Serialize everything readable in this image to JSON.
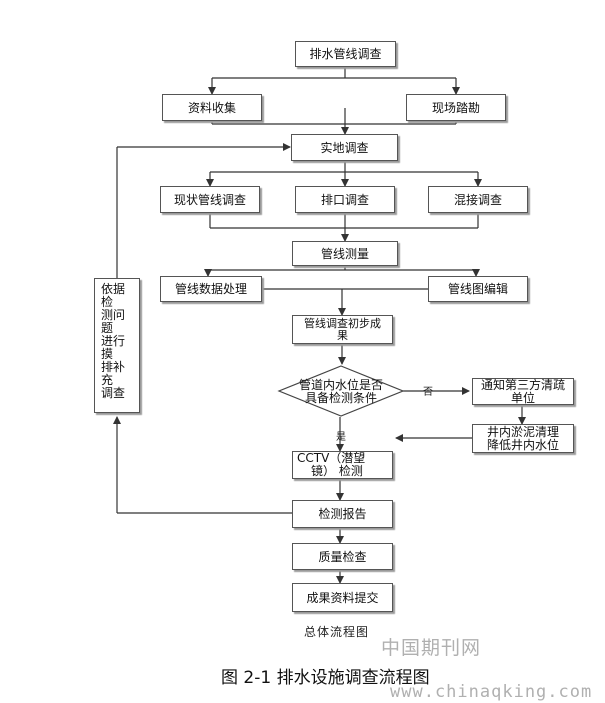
{
  "flowchart": {
    "top": "排水管线调查",
    "collect": "资料收集",
    "survey_site": "现场踏勘",
    "field": "实地调查",
    "status": "现状管线调查",
    "outlet": "排口调查",
    "mixed": "混接调查",
    "measure": "管线测量",
    "data_proc": "管线数据处理",
    "map_edit": "管线图编辑",
    "prelim_1": "管线调查初步成",
    "prelim_2": "果",
    "decision_1": "管道内水位是否",
    "decision_2": "具备检测条件",
    "no_label": "否",
    "yes_label": "是",
    "notify_1": "通知第三方清疏",
    "notify_2": "单位",
    "desilt_1": "井内淤泥清理",
    "desilt_2": "降低井内水位",
    "cctv_1": "CCTV（潜望",
    "cctv_2": "镜）  检测",
    "report": "检测报告",
    "quality": "质量检查",
    "submit": "成果资料提交",
    "side_1": "依据检",
    "side_2": "测问题",
    "side_3": "进行摸",
    "side_4": "排补充",
    "side_5": "调查"
  },
  "captions": {
    "inner": "总体流程图",
    "figure": "图 2-1   排水设施调查流程图"
  },
  "watermark": {
    "cn": "中国期刊网",
    "url": "www.chinaqking.com"
  }
}
